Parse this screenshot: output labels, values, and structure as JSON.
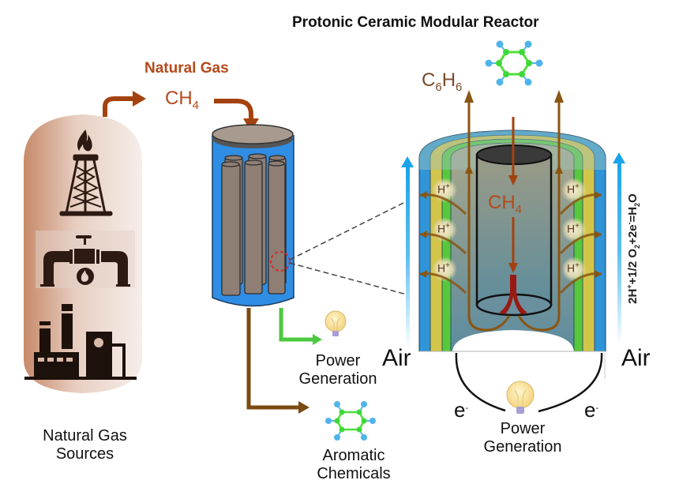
{
  "title": "Protonic Ceramic Modular Reactor",
  "feed": {
    "label": "Natural Gas",
    "formula_main": "CH",
    "formula_sub": "4"
  },
  "sources": {
    "label_line1": "Natural Gas",
    "label_line2": "Sources",
    "icons": [
      "gas-rig-icon",
      "pipeline-icon",
      "factory-icon"
    ]
  },
  "module_outputs": {
    "power": {
      "line1": "Power",
      "line2": "Generation"
    },
    "aromatics": {
      "line1": "Aromatic",
      "line2": "Chemicals"
    }
  },
  "reactor": {
    "product_main": "C",
    "product_sub1": "6",
    "product_h": "H",
    "product_sub2": "6",
    "inner_formula_main": "CH",
    "inner_formula_sub": "4",
    "proton_label": "H",
    "proton_charge": "+",
    "proton_count_per_side": 3,
    "air_left": "Air",
    "air_right": "Air",
    "electron_label": "e",
    "electron_charge": "-",
    "power": {
      "line1": "Power",
      "line2": "Generation"
    },
    "equation": {
      "p1": "2H",
      "p1_sup": "+",
      "p2": "+1/2 O",
      "p2_sub": "2",
      "p3": "+2e",
      "p3_sup": "-",
      "p4": "=H",
      "p4_sub": "2",
      "p5": "O"
    }
  },
  "colors": {
    "methane_arrow": "#a4420f",
    "product_arrow": "#8a5512",
    "power_arrow": "#4cc93f",
    "module_blue": "#2f8de4",
    "tube_gray": "#8e7e74",
    "air_arrow": "#1aa3e8",
    "layer_blue": "#2f95d8",
    "layer_yellow": "#d3c44a",
    "layer_green": "#57c83b",
    "proton_arrow": "#8a5512",
    "dashed_highlight": "#d42a2a"
  }
}
